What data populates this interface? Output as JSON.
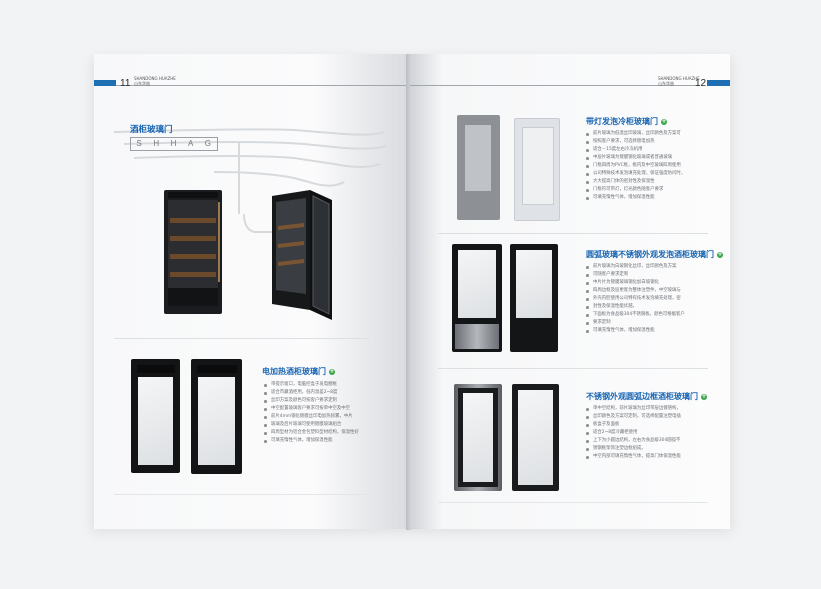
{
  "left_page": {
    "page_number": "11",
    "header_brand_en": "SHANDONG HUAZHE",
    "header_brand_cn": "山东华喆",
    "section1_title": "酒柜玻璃门",
    "logo_letters": [
      "S",
      "H",
      "H",
      "A",
      "G"
    ],
    "section2": {
      "title": "电加热酒柜玻璃门",
      "bullets": [
        "带提示窗口，电脑控盒子发电圈框",
        "适合市藏酒柜用，低内温差2~8度",
        "丝印方案及颜色可按客户要求定制",
        "中空配置玻璃客户要求可按单中空及中空",
        "前片4mm钢化镀膜丝印电加热除雾，中片",
        "玻璃及后片玻璃可使用镀膜玻璃组合",
        "四周型材为铝合金包塑料型材结构，保温性好",
        "可填充惰性气体，增加保温性能"
      ]
    }
  },
  "right_page": {
    "page_number": "12",
    "header_brand_en": "SHANDONG HUAZHE",
    "header_brand_cn": "山东华喆",
    "sections": [
      {
        "title": "带灯发泡冷柜玻璃门",
        "bullets": [
          "前片玻璃为低温丝印玻璃，丝印颜色及方案可",
          "按照客户要求，可选择镀电加热",
          "适合－15度左右冷冻机用",
          "中层片玻璃为镀膜钢化玻璃或者普通玻璃",
          "门框四周为PVC框，框内及中空玻璃四周使用",
          "公司特殊技术发泡填充处理，保证强度防问时，",
          "大大提高门体的密封性及保温性",
          "门框符可带灯，灯光颜色随客户要求",
          "可填充惰性气体，增加保温性能"
        ]
      },
      {
        "title": "圆弧玻璃不锈钢外观发泡酒柜玻璃门",
        "bullets": [
          "前片玻璃为白玻钢化丝印，丝印颜色及方案",
          "可随客户要求定制",
          "中片片为镀膜玻璃钢化加白玻钢化",
          "四周边框及层更客为整体注塑件，中空玻璃与",
          "外壳内腔使用公司特有技术发泡填充处理，密",
          "封性及保温性能优越。",
          "下面板为食品级304不锈钢板，颜色可根据客户",
          "要求定制",
          "可填充惰性气体，增加保温性能"
        ]
      },
      {
        "title": "不锈钢外观圆弧边框酒柜玻璃门",
        "bullets": [
          "单中空结构，前片玻璃为丝印带层边镀铬构，",
          "丝印颜色及方案可定制，可选择配置注塑电插",
          "板盒子及面板",
          "适合2~8度冷藏柜使用",
          "上下为小圆边结构，左右为食品级304圆弧不",
          "锈钢框架饰注塑边框组成。",
          "中空内部可填充惰性气体，提高门体保温性能"
        ]
      }
    ]
  },
  "colors": {
    "accent_blue": "#1f6fb5",
    "title_blue": "#1a66b3",
    "plus_green": "#3aa64b"
  }
}
